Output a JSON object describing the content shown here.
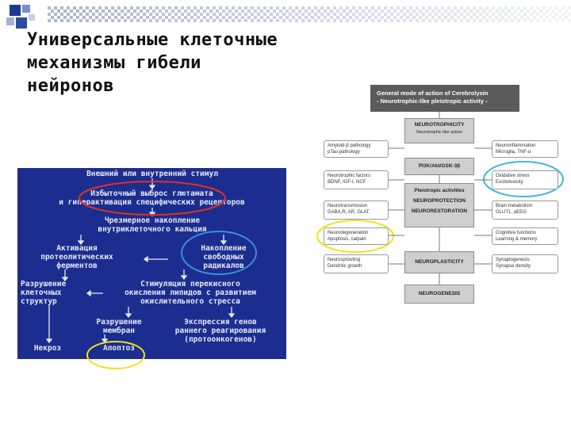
{
  "slide": {
    "title": "Универсальные клеточные\nмеханизмы гибели\nнейронов"
  },
  "flowchart": {
    "n1": "Внешний или внутренний стимул",
    "n2": "Избыточный выброс глютамата\nи гиперактивация специфических рецепторов",
    "n3": "Чрезмерное накопление\nвнутриклеточного кальция",
    "n4": "Активация\nпротеолитических\nферментов",
    "n5": "Накопление\nсвободных\nрадикалов",
    "n6": "Разрушение\nклеточных\nструктур",
    "n7": "Стимуляция перекисного\nокисления липидов с развитием\nокислительного стресса",
    "n8": "Разрушение\nмембран",
    "n9": "Экспрессия генов\nраннего реагирования\n(протоонкогенов)",
    "n10": "Некроз",
    "n11": "Апоптоз"
  },
  "cerebrolysin": {
    "header": "General mode of action of Cerebrolysin\n- Neurotrophic-like pleiotropic activity -",
    "center": {
      "neurotrophicity": "NEUROTROPHICITY",
      "neurotrophic_like": "Neurotrophic-like action",
      "pathway": "PI3K/Akt/GSK-3β",
      "pleiotropic": "Pleiotropic activities",
      "neuroprotection": "NEUROPROTECTION",
      "neurorestoration": "NEURORESTORATION",
      "neuroplasticity": "NEUROPLASTICITY",
      "neurogenesis": "NEUROGENESIS"
    },
    "left": [
      "Amyloid-β pathology\npTau pathology",
      "Neurotrophic factors\nBDNF, IGF-I, NCF",
      "Neurotransmission\nGABA,R, AR, GLAT",
      "Neurodegeneration\nApoptosis, calpain",
      "Neurosprouting\nDendritic growth"
    ],
    "right": [
      "Neuroinflammation\nMicroglia, TNF-α",
      "Oxidative stress\nExcitotoxicity",
      "Brain metabolism\nGLUT1, αEEG",
      "Cognitive functions\nLearning & memory",
      "Synaptogenesis\nSynapse density"
    ]
  },
  "colors": {
    "flow_bg": "#1b2d8f",
    "highlight_red": "#e0321e",
    "highlight_blue": "#3a8fd8",
    "highlight_yellow": "#f2e21a",
    "highlight_cyan": "#3fb6e0"
  }
}
